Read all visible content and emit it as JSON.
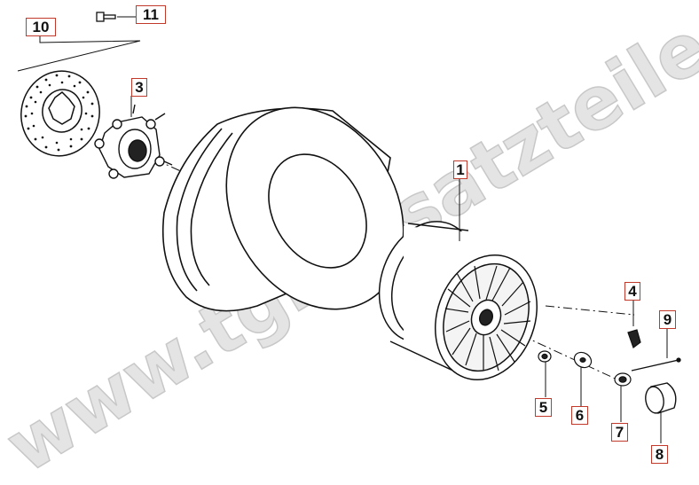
{
  "watermark": "www.tgbersatzteile.de",
  "callouts": {
    "p1": "1",
    "p3": "3",
    "p4": "4",
    "p5": "5",
    "p6": "6",
    "p7": "7",
    "p8": "8",
    "p9": "9",
    "p10": "10",
    "p11": "11"
  },
  "colors": {
    "line": "#111111",
    "callout_border": "#c0392b",
    "watermark": "#e4e4e4"
  }
}
